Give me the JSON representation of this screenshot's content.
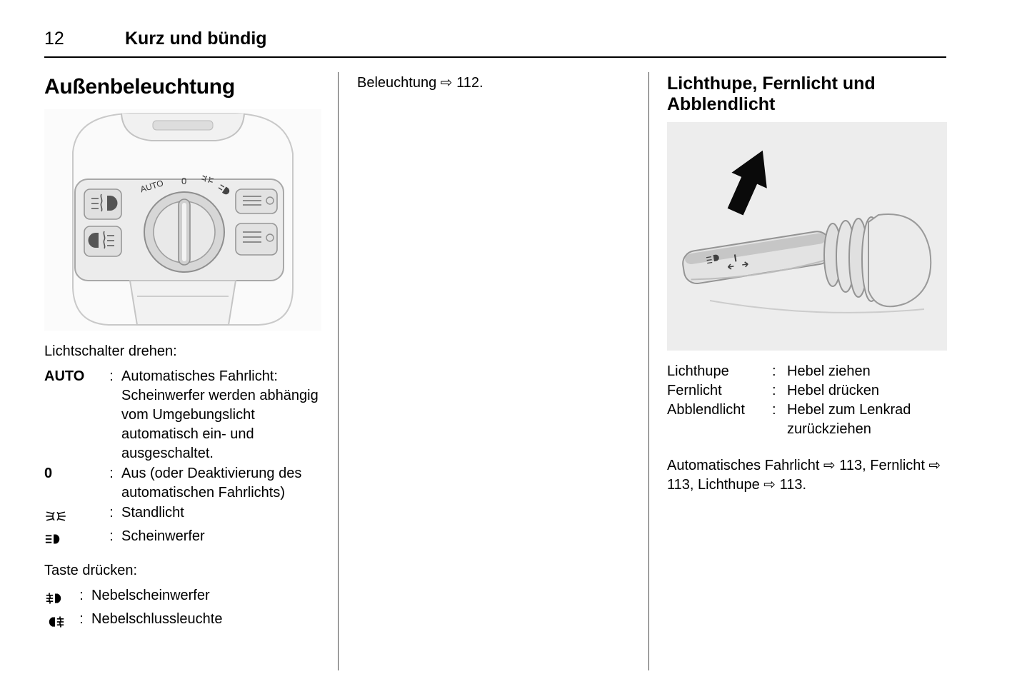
{
  "symbols": {
    "ref_arrow": "⇨",
    "colon": ":"
  },
  "header": {
    "page_number": "12",
    "chapter": "Kurz und bündig"
  },
  "left": {
    "heading": "Außenbeleuchtung",
    "illustration": {
      "knob_labels": {
        "auto": "AUTO",
        "zero": "0"
      }
    },
    "rotate_intro": "Lichtschalter drehen:",
    "rotate_rows": [
      {
        "term": "AUTO",
        "desc": "Automatisches Fahrlicht: Scheinwerfer werden abhängig vom Umgebungslicht automatisch ein- und ausgeschaltet."
      },
      {
        "term": "0",
        "desc": "Aus (oder Deaktivierung des automatischen Fahrlichts)"
      },
      {
        "icon": "parking-lights",
        "desc": "Standlicht"
      },
      {
        "icon": "headlights",
        "desc": "Scheinwerfer"
      }
    ],
    "press_intro": "Taste drücken:",
    "press_rows": [
      {
        "icon": "front-fog-light",
        "desc": "Nebelscheinwerfer"
      },
      {
        "icon": "rear-fog-light",
        "desc": "Nebelschlussleuchte"
      }
    ]
  },
  "middle": {
    "label": "Beleuchtung",
    "page": "112."
  },
  "right": {
    "heading": "Lichthupe, Fernlicht und Abblendlicht",
    "rows": [
      {
        "term": "Lichthupe",
        "desc": "Hebel ziehen"
      },
      {
        "term": "Fernlicht",
        "desc": "Hebel drücken"
      },
      {
        "term": "Abblendlicht",
        "desc": "Hebel zum Lenkrad zurückziehen"
      }
    ],
    "refs_text": "Automatisches Fahrlicht ⇨ 113, Fernlicht ⇨ 113, Lichthupe ⇨ 113."
  }
}
